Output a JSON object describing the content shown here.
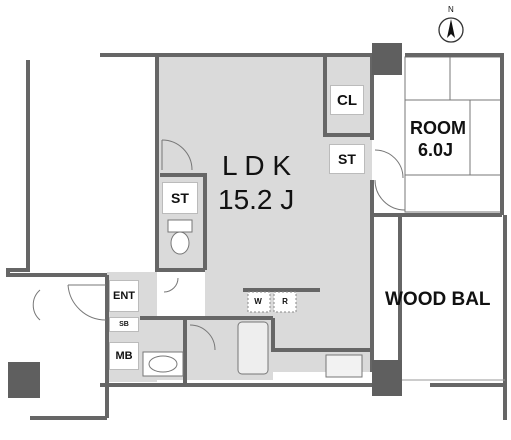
{
  "compass": {
    "north": "N"
  },
  "rooms": {
    "ldk": {
      "name": "L D K",
      "size": "15.2 J"
    },
    "room": {
      "name": "ROOM",
      "size": "6.0J"
    },
    "balcony": {
      "name": "WOOD BAL"
    }
  },
  "fixtures": {
    "cl": "CL",
    "st_right": "ST",
    "st_left": "ST",
    "ent": "ENT",
    "sb": "SB",
    "mb": "MB",
    "w": "W",
    "r": "R"
  },
  "colors": {
    "floor": "#d9d9d9",
    "wall": "#6b6b6b",
    "column": "#5f5f5f"
  }
}
